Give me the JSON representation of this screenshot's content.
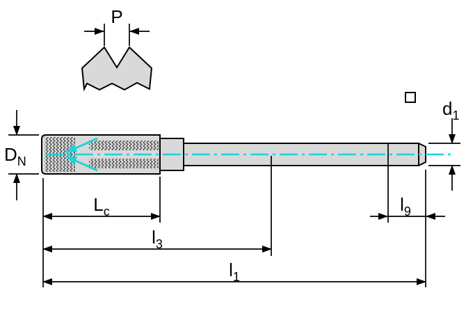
{
  "labels": {
    "p": "P",
    "dn": {
      "base": "D",
      "sub": "N"
    },
    "d1": {
      "base": "d",
      "sub": "1"
    },
    "lc": {
      "base": "L",
      "sub": "c"
    },
    "l3": {
      "base": "l",
      "sub": "3"
    },
    "l1": {
      "base": "l",
      "sub": "1"
    },
    "l9": {
      "base": "l",
      "sub": "9"
    }
  },
  "colors": {
    "accent_cyan": "#1fd1d9",
    "body_fill": "#d9d9d9",
    "outline": "#000000",
    "background": "#ffffff"
  },
  "icons": {
    "square_drive": "square-drive-symbol"
  }
}
